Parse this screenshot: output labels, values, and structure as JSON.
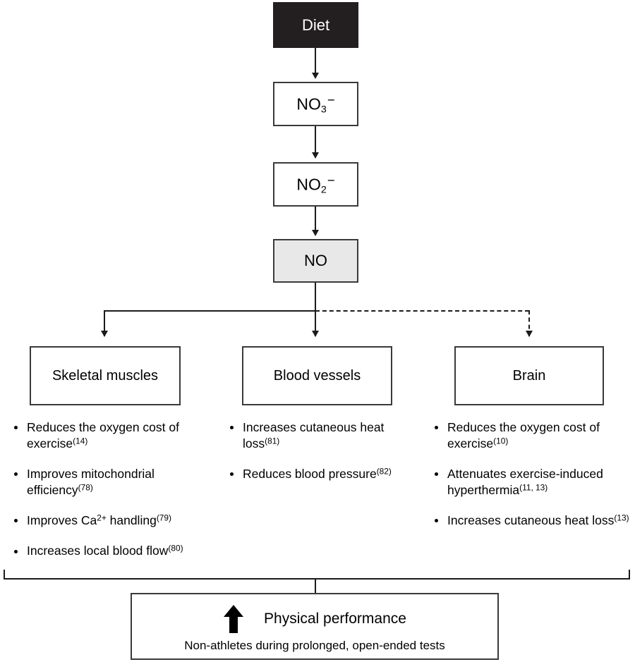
{
  "diagram": {
    "nodes": {
      "diet": {
        "label": "Diet",
        "fill": "#231f20",
        "text_color": "#ffffff"
      },
      "nitrate": {
        "label_base": "NO",
        "label_sub": "3",
        "label_sup": "−",
        "fill": "#ffffff"
      },
      "nitrite": {
        "label_base": "NO",
        "label_sub": "2",
        "label_sup": "−",
        "fill": "#ffffff"
      },
      "nitric_oxide": {
        "label": "NO",
        "fill": "#e8e8e8"
      },
      "skeletal_muscles": {
        "label": "Skeletal muscles",
        "fill": "#ffffff"
      },
      "blood_vessels": {
        "label": "Blood vessels",
        "fill": "#ffffff"
      },
      "brain": {
        "label": "Brain",
        "fill": "#ffffff"
      }
    },
    "effects": {
      "skeletal_muscles": [
        {
          "text": "Reduces the oxygen cost of exercise",
          "ref": "(14)"
        },
        {
          "text": "Improves mitochondrial efficiency",
          "ref": "(78)"
        },
        {
          "text": "Improves Ca2+ handling",
          "ref": "(79)",
          "base": "Improves Ca",
          "ion": "2+",
          "tail": " handling"
        },
        {
          "text": "Increases local blood flow",
          "ref": "(80)"
        }
      ],
      "blood_vessels": [
        {
          "text": "Increases cutaneous heat loss",
          "ref": "(81)"
        },
        {
          "text": "Reduces blood pressure",
          "ref": "(82)"
        }
      ],
      "brain": [
        {
          "text": "Reduces the oxygen cost of exercise",
          "ref": "(10)"
        },
        {
          "text": "Attenuates exercise-induced hyperthermia",
          "ref": "(11, 13)"
        },
        {
          "text": "Increases cutaneous heat loss",
          "ref": "(13)"
        }
      ]
    },
    "outcome": {
      "arrow": "up-arrow-increase",
      "title": "Physical performance",
      "subtitle": "Non-athletes during prolonged, open-ended tests"
    },
    "edges": {
      "diet_to_nitrate": "solid",
      "nitrate_to_nitrite": "solid",
      "nitrite_to_no": "solid",
      "no_to_skeletal_muscles": "solid",
      "no_to_blood_vessels": "solid",
      "no_to_brain": "dashed"
    },
    "colors": {
      "line": "#1a1a1a",
      "box_border": "#3a3a3a",
      "dark_fill": "#231f20",
      "gray_fill": "#e8e8e8",
      "background": "#ffffff"
    }
  }
}
